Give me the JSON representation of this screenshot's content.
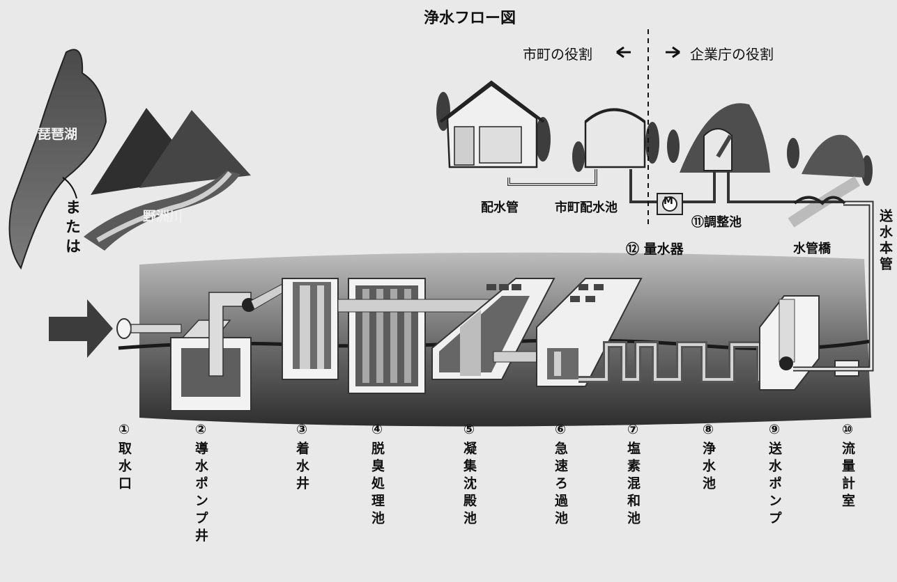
{
  "title": "浄水フロー図",
  "roles": {
    "city": "市町の役割",
    "agency": "企業庁の役割"
  },
  "sources": {
    "lake": "琵琶湖",
    "or": "または",
    "river": "野洲川"
  },
  "labels": {
    "distribution_pipe": "配水管",
    "city_reservoir": "市町配水池",
    "meter_symbol": "M",
    "adjust_pond": "⑪調整池",
    "water_meter": "⑫ 量水器",
    "aqueduct_bridge": "水管橋",
    "main_pipe": "送水本管"
  },
  "stages": [
    {
      "num": "①",
      "name": "取水口"
    },
    {
      "num": "②",
      "name": "導水ポンプ井"
    },
    {
      "num": "③",
      "name": "着水井"
    },
    {
      "num": "④",
      "name": "脱臭処理池"
    },
    {
      "num": "⑤",
      "name": "凝集沈殿池"
    },
    {
      "num": "⑥",
      "name": "急速ろ過池"
    },
    {
      "num": "⑦",
      "name": "塩素混和池"
    },
    {
      "num": "⑧",
      "name": "浄水池"
    },
    {
      "num": "⑨",
      "name": "送水ポンプ"
    },
    {
      "num": "⑩",
      "name": "流量計室"
    }
  ]
}
